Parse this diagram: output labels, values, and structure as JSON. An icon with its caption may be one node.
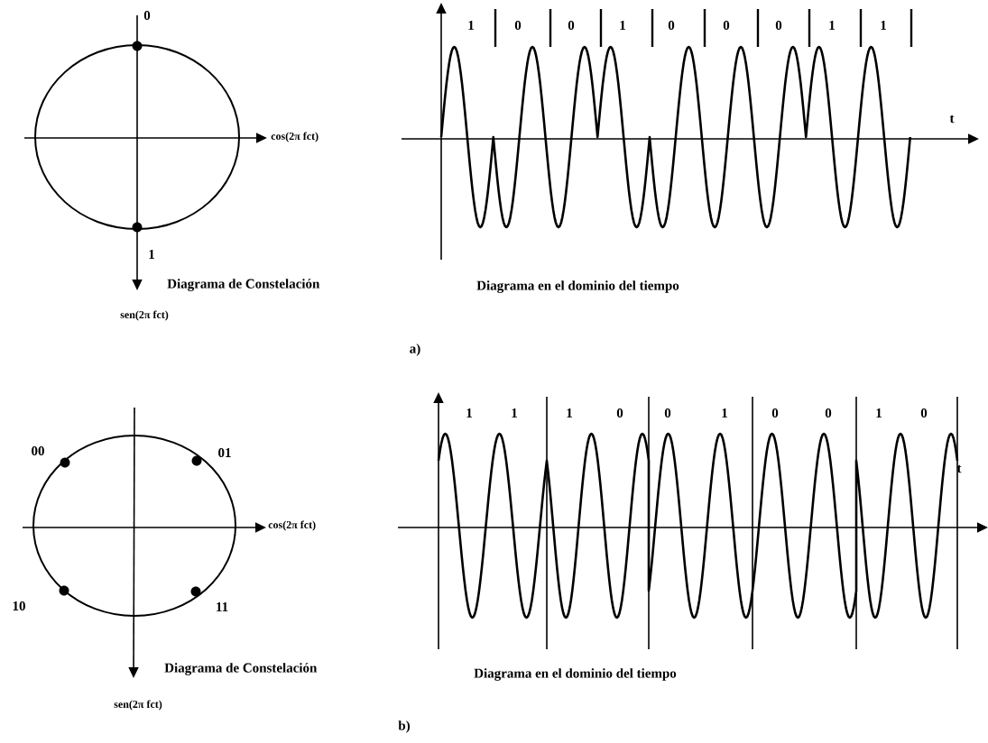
{
  "diagram": {
    "labels": [
      "0",
      "1",
      "0",
      "0",
      "1",
      "0",
      "0",
      "0",
      "1",
      "1",
      "cos(2π fct)",
      "t",
      "1",
      "Diagrama de Constelación",
      "Diagrama en el dominio del tiempo",
      "sen(2π fct)",
      "a)",
      "1",
      "1",
      "1",
      "0",
      "0",
      "1",
      "0",
      "0",
      "1",
      "0",
      "00",
      "01",
      "t",
      "cos(2π fct)",
      "10",
      "11",
      "Diagrama de Constelación",
      "Diagrama en el dominio del tiempo",
      "sen(2π fct)",
      "b)"
    ]
  }
}
